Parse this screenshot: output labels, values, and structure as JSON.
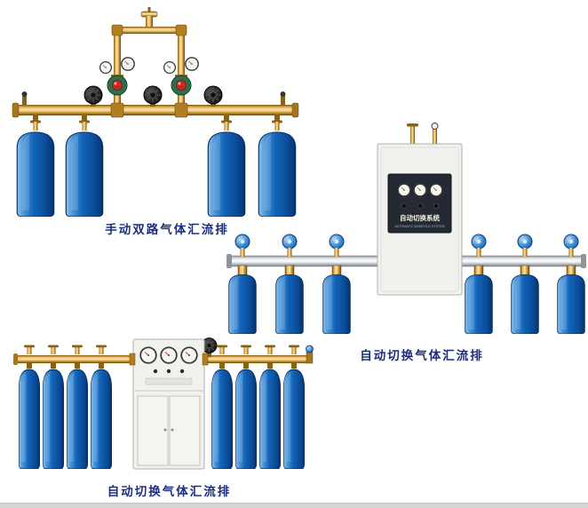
{
  "page": {
    "background": "#ffffff"
  },
  "products": {
    "manual_dual": {
      "label": "手动双路气体汇流排",
      "cylinders": 4,
      "gauges": 4,
      "regulators": 2
    },
    "auto_switch_wall": {
      "label": "自动切换气体汇流排",
      "cabinet_panel_title": "自动切换系统",
      "cabinet_panel_subtitle": "AUTOMATIC MANIFOLD SYSTEM",
      "cylinders": 6,
      "panel_gauges": 3
    },
    "auto_switch_floor": {
      "label": "自动切换气体汇流排",
      "cylinders": 8,
      "cabinet_gauges": 3
    }
  },
  "colors": {
    "caption_text": "#1c2e7d",
    "cylinder_blue": "#0e57b0",
    "brass": "#c8922e",
    "aluminum_pipe": "#c9ced2",
    "cabinet": "#f1f2ee",
    "panel_dark": "#242a33",
    "regulator_green": "#2c6e4e",
    "regulator_knob_red": "#c42a20"
  }
}
